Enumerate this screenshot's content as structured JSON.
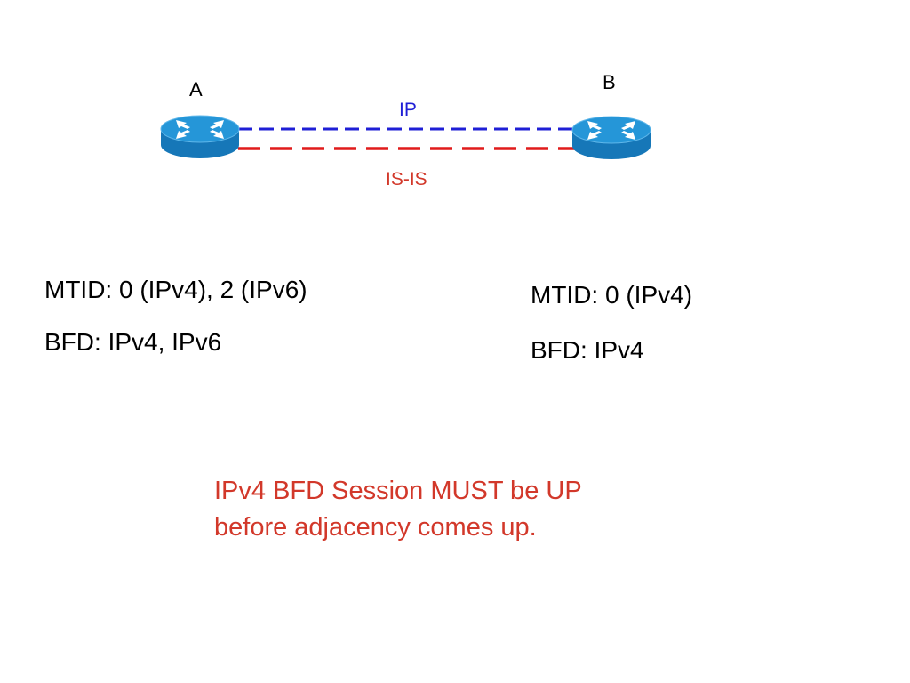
{
  "diagram": {
    "routers": [
      {
        "id": "A",
        "label": "A"
      },
      {
        "id": "B",
        "label": "B"
      }
    ],
    "links": [
      {
        "label": "IP",
        "color": "#1f1fd6",
        "style": "dashed"
      },
      {
        "label": "IS-IS",
        "color": "#e01b1b",
        "style": "dashed"
      }
    ],
    "router_color": "#1f8fd1"
  },
  "router_a_info": {
    "mtid": "MTID: 0 (IPv4), 2 (IPv6)",
    "bfd": "BFD: IPv4, IPv6"
  },
  "router_b_info": {
    "mtid": "MTID: 0 (IPv4)",
    "bfd": "BFD: IPv4"
  },
  "note": {
    "line1": "IPv4 BFD Session MUST be UP",
    "line2": "before adjacency comes up.",
    "color": "#d2382a"
  }
}
